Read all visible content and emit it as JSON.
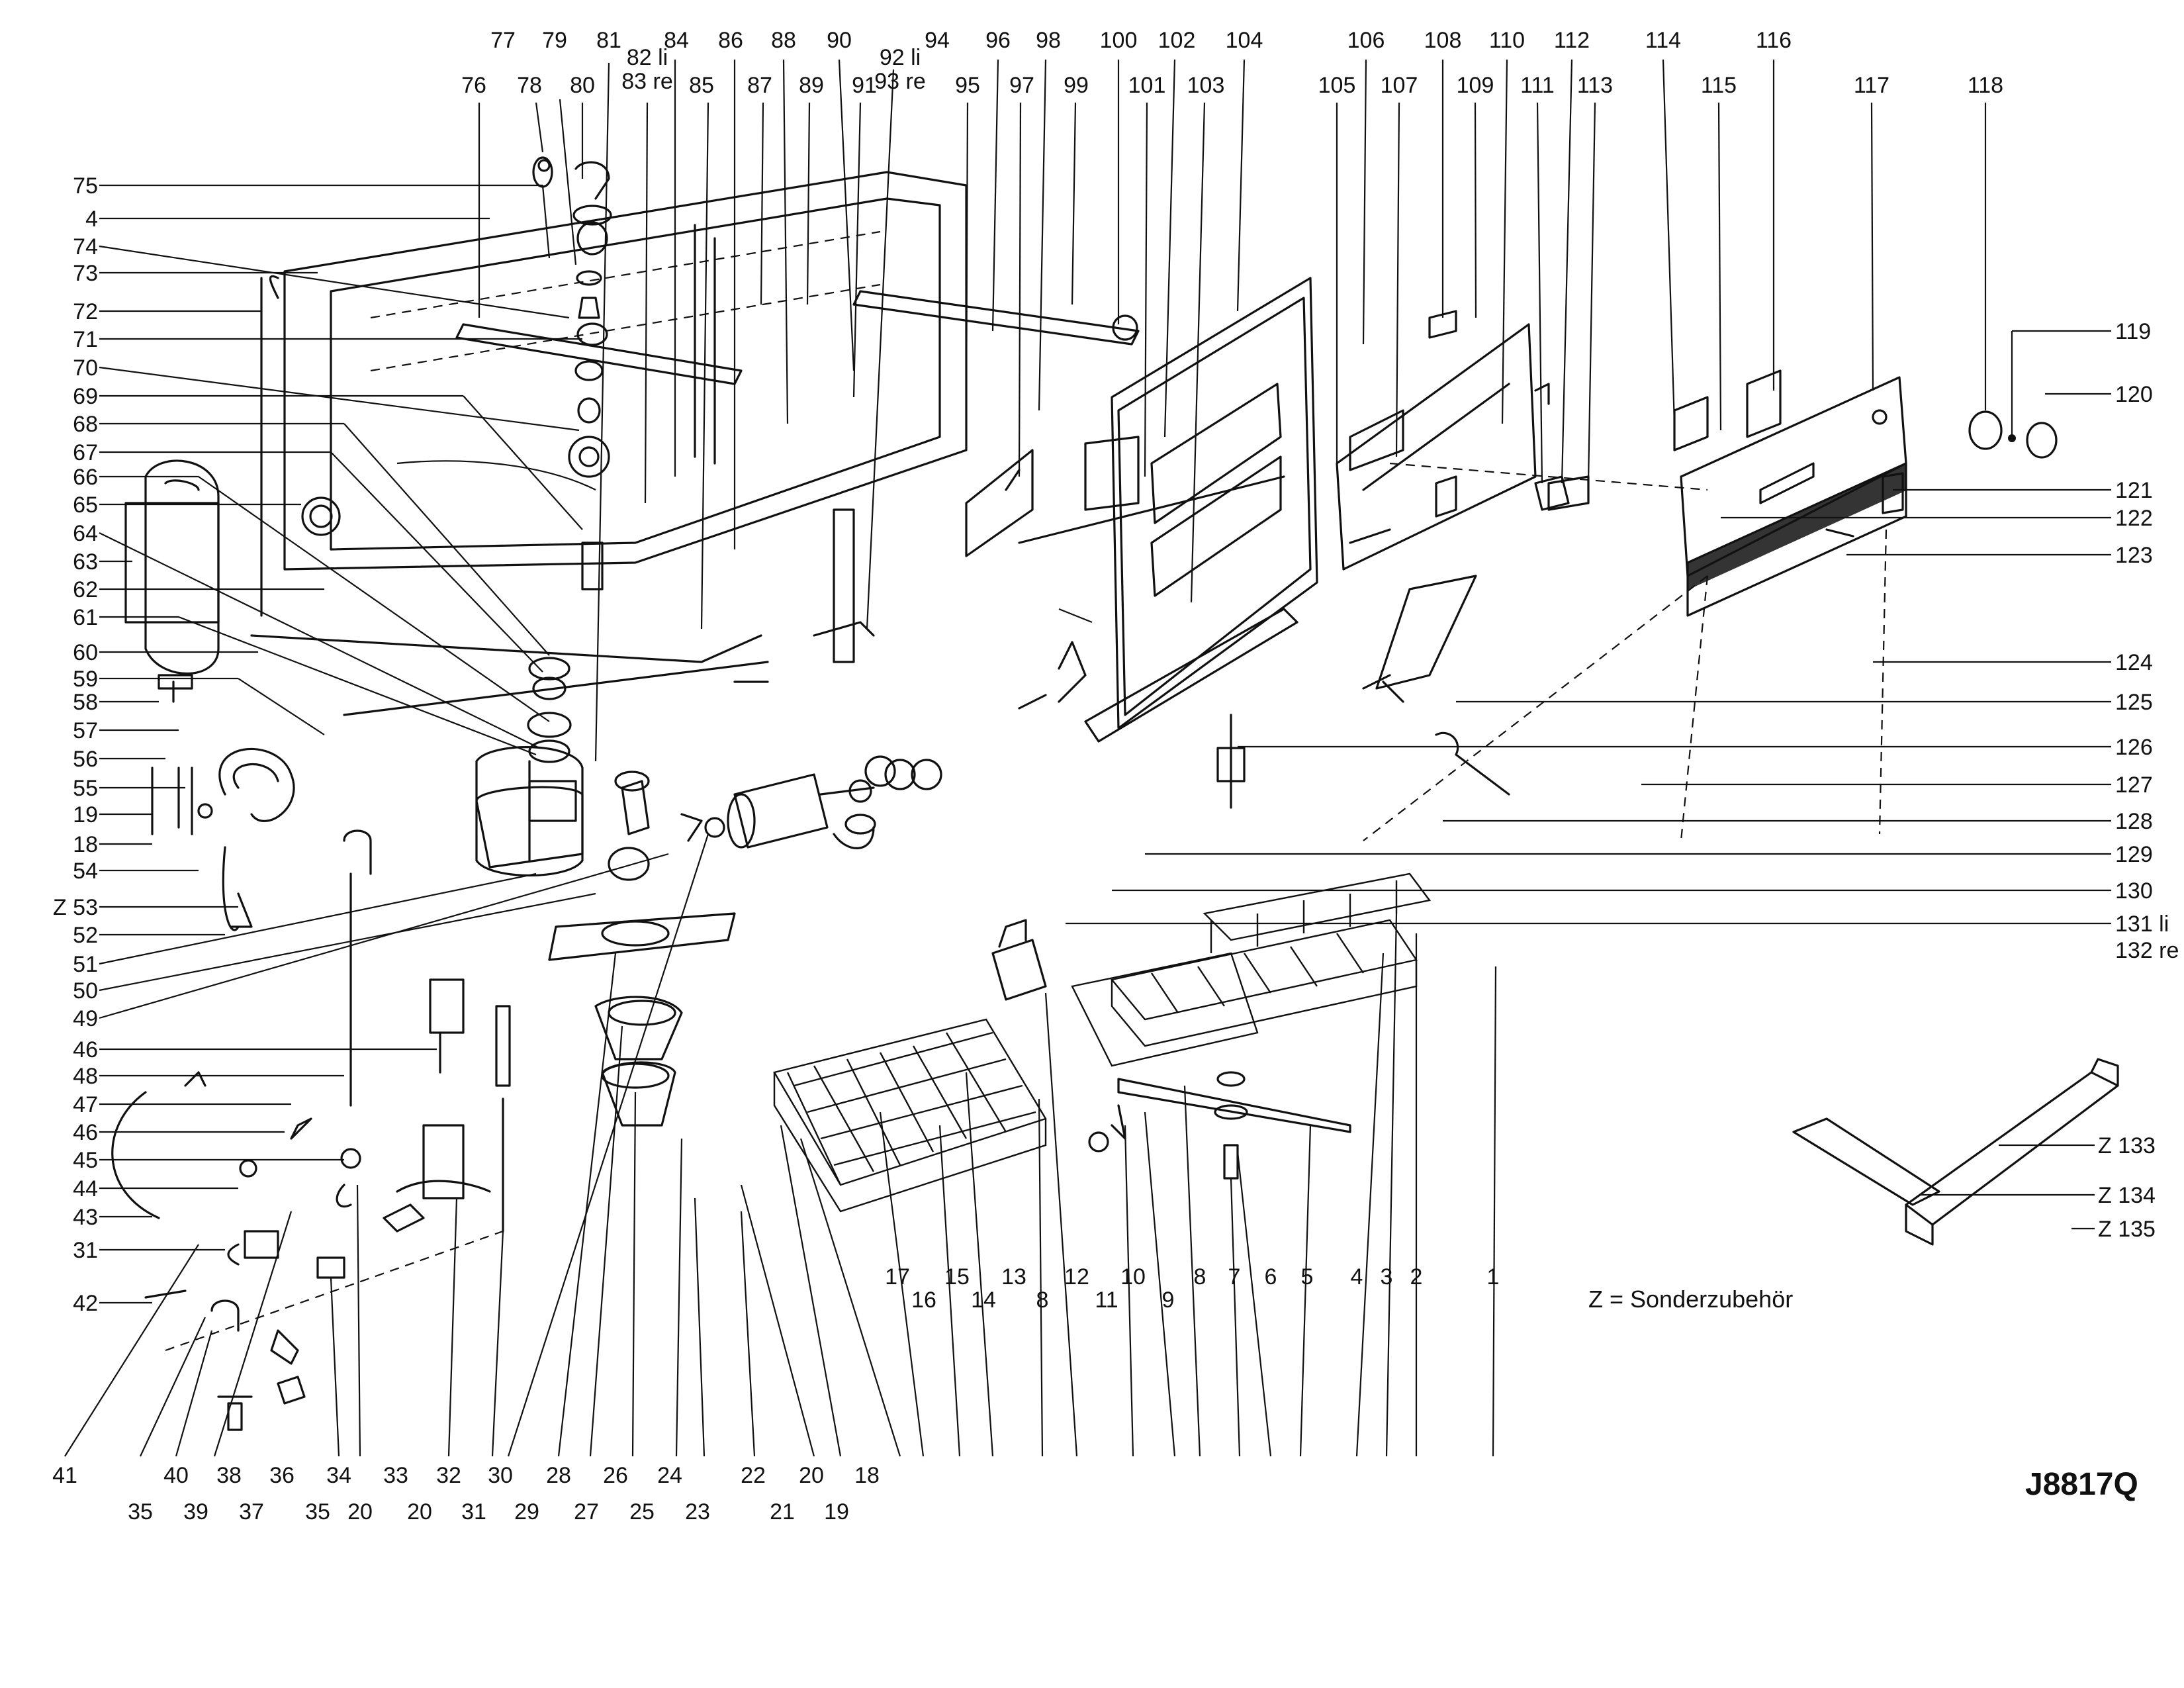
{
  "drawing_code": "J8817Q",
  "legend_note": "Z = Sonderzubehör",
  "part_labels": {
    "p1": "1",
    "p2": "2",
    "p3": "3",
    "p4": "4",
    "p5": "5",
    "p6": "6",
    "p7": "7",
    "p8": "8",
    "p9": "9",
    "p10": "10",
    "p11": "11",
    "p12": "12",
    "p13": "13",
    "p14": "14",
    "p15": "15",
    "p16": "16",
    "p17": "17",
    "p18": "18",
    "p19": "19",
    "p20": "20",
    "p21": "21",
    "p22": "22",
    "p23": "23",
    "p24": "24",
    "p25": "25",
    "p26": "26",
    "p27": "27",
    "p28": "28",
    "p29": "29",
    "p30": "30",
    "p31": "31",
    "p32": "32",
    "p33": "33",
    "p34": "34",
    "p35": "35",
    "p36": "36",
    "p37": "37",
    "p38": "38",
    "p39": "39",
    "p40": "40",
    "p41": "41",
    "p42": "42",
    "p43": "43",
    "p44": "44",
    "p45": "45",
    "p46": "46",
    "p47": "47",
    "p48": "48",
    "p49": "49",
    "p50": "50",
    "p51": "51",
    "p52": "52",
    "pZ53": "Z 53",
    "p54": "54",
    "p55": "55",
    "p56": "56",
    "p57": "57",
    "p58": "58",
    "p59": "59",
    "p60": "60",
    "p61": "61",
    "p62": "62",
    "p63": "63",
    "p64": "64",
    "p65": "65",
    "p66": "66",
    "p67": "67",
    "p68": "68",
    "p69": "69",
    "p70": "70",
    "p71": "71",
    "p72": "72",
    "p73": "73",
    "p74": "74",
    "p75": "75",
    "p76": "76",
    "p77": "77",
    "p78": "78",
    "p79": "79",
    "p80": "80",
    "p81": "81",
    "p82li": "82 li",
    "p83re": "83 re",
    "p84": "84",
    "p85": "85",
    "p86": "86",
    "p87": "87",
    "p88": "88",
    "p89": "89",
    "p90": "90",
    "p91": "91",
    "p92li": "92 li",
    "p93re": "93 re",
    "p94": "94",
    "p95": "95",
    "p96": "96",
    "p97": "97",
    "p98": "98",
    "p99": "99",
    "p100": "100",
    "p101": "101",
    "p102": "102",
    "p103": "103",
    "p104": "104",
    "p105": "105",
    "p106": "106",
    "p107": "107",
    "p108": "108",
    "p109": "109",
    "p110": "110",
    "p111": "111",
    "p112": "112",
    "p113": "113",
    "p114": "114",
    "p115": "115",
    "p116": "116",
    "p117": "117",
    "p118": "118",
    "p119": "119",
    "p120": "120",
    "p121": "121",
    "p122": "122",
    "p123": "123",
    "p124": "124",
    "p125": "125",
    "p126": "126",
    "p127": "127",
    "p128": "128",
    "p129": "129",
    "p130": "130",
    "p131li": "131 li",
    "p132re": "132 re",
    "pZ133": "Z 133",
    "pZ134": "Z 134",
    "pZ135": "Z 135"
  }
}
